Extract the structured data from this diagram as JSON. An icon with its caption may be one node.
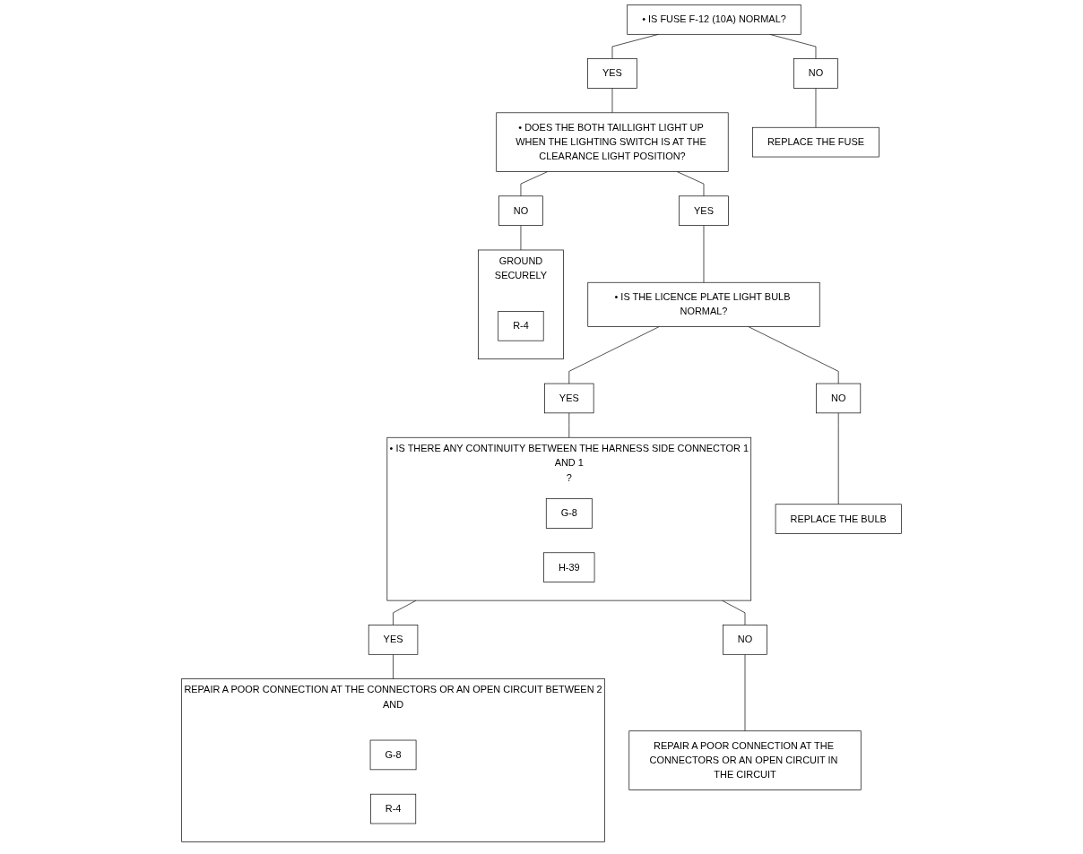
{
  "diagram": {
    "nodes": [
      {
        "text": [
          "• IS FUSE F-12 (10A) NORMAL?"
        ]
      },
      {
        "text": [
          "YES"
        ]
      },
      {
        "text": [
          "NO"
        ]
      },
      {
        "text": [
          "• DOES THE BOTH TAILLIGHT LIGHT UP WHEN THE LIGHTING SWITCH IS AT THE CLEARANCE LIGHT POSITION?"
        ]
      },
      {
        "text": [
          "REPLACE THE FUSE"
        ]
      },
      {
        "text": [
          "YES"
        ]
      },
      {
        "text": [
          "NO"
        ]
      },
      {
        "text": [
          "• IS THE LICENCE PLATE LIGHT BULB NORMAL?"
        ]
      },
      {
        "text": [
          "GROUND",
          "SECURELY"
        ]
      },
      {
        "text": [
          "R-4"
        ],
        "in": 8
      },
      {
        "text": [
          "YES"
        ]
      },
      {
        "text": [
          "NO"
        ]
      },
      {
        "text": [
          "• IS THERE ANY CONTINUITY BETWEEN THE HARNESS SIDE CONNECTOR 1",
          "AND 1",
          "?"
        ]
      },
      {
        "text": [
          "G-8"
        ],
        "in": 12
      },
      {
        "text": [
          "H-39"
        ],
        "in": 12
      },
      {
        "text": [
          "REPLACE THE BULB"
        ]
      },
      {
        "text": [
          "YES"
        ]
      },
      {
        "text": [
          "NO"
        ]
      },
      {
        "text": [
          "REPAIR A POOR CONNECTION AT THE CONNECTORS OR AN OPEN CIRCUIT BETWEEN 2",
          "AND"
        ]
      },
      {
        "text": [
          "G-8"
        ],
        "in": 18
      },
      {
        "text": [
          "R-4"
        ],
        "in": 18
      },
      {
        "text": [
          "REPAIR A POOR CONNECTION AT THE CONNECTORS OR AN OPEN CIRCUIT IN THE CIRCUIT"
        ]
      }
    ],
    "edges": [
      {
        "from": 0,
        "to": 1,
        "arrow": "none"
      },
      {
        "from": 0,
        "to": 2,
        "arrow": "none"
      },
      {
        "from": 1,
        "to": 3,
        "arrow": "none"
      },
      {
        "from": 2,
        "to": 4,
        "arrow": "none"
      },
      {
        "from": 3,
        "to": 5,
        "arrow": "none"
      },
      {
        "from": 3,
        "to": 6,
        "arrow": "none"
      },
      {
        "from": 5,
        "to": 7,
        "arrow": "none"
      },
      {
        "from": 6,
        "to": 8,
        "arrow": "none"
      },
      {
        "from": 7,
        "to": 10,
        "arrow": "none"
      },
      {
        "from": 7,
        "to": 11,
        "arrow": "none"
      },
      {
        "from": 10,
        "to": 12,
        "arrow": "none"
      },
      {
        "from": 11,
        "to": 15,
        "arrow": "none"
      },
      {
        "from": 12,
        "to": 16,
        "arrow": "none"
      },
      {
        "from": 12,
        "to": 17,
        "arrow": "none"
      },
      {
        "from": 16,
        "to": 18,
        "arrow": "none"
      },
      {
        "from": 17,
        "to": 21,
        "arrow": "none"
      }
    ]
  }
}
